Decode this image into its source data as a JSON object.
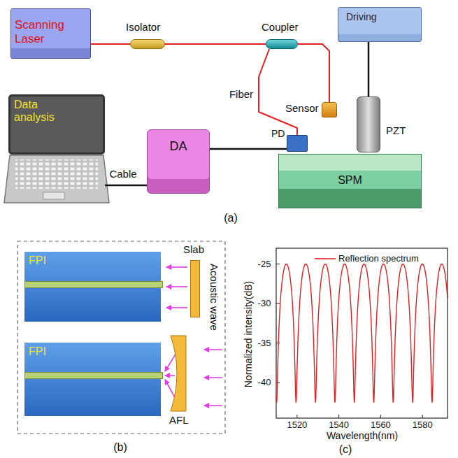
{
  "diagram": {
    "nodes": [
      {
        "text": [
          "Scanning Laser"
        ]
      },
      {
        "text": [
          "Isolator"
        ]
      },
      {
        "text": [
          "Coupler"
        ]
      },
      {
        "text": [
          "Driving"
        ]
      },
      {
        "text": [
          "Sensor"
        ]
      },
      {
        "text": [
          "PZT"
        ]
      },
      {
        "text": [
          "SPM"
        ]
      },
      {
        "text": [
          "PD"
        ]
      },
      {
        "text": [
          "DA"
        ]
      },
      {
        "text": [
          "Data analysis"
        ]
      },
      {
        "text": [
          "FPI"
        ]
      },
      {
        "text": [
          "Slab"
        ]
      },
      {
        "text": [
          "FPI"
        ]
      },
      {
        "text": [
          "AFL"
        ]
      }
    ],
    "edges": [
      {
        "from": 0,
        "to": 1,
        "arrow": "none"
      },
      {
        "from": 1,
        "to": 2,
        "arrow": "none"
      },
      {
        "from": 2,
        "to": 4,
        "arrow": "none"
      },
      {
        "from": 2,
        "to": 7,
        "arrow": "none"
      },
      {
        "from": 7,
        "to": 8,
        "arrow": "none"
      },
      {
        "from": 8,
        "to": 9,
        "arrow": "none"
      },
      {
        "from": 3,
        "to": 5,
        "arrow": "none"
      }
    ],
    "labels": [
      "Fiber",
      "Cable",
      "(a)",
      "Acoustic wave",
      "(b)",
      "-25",
      "-30",
      "-35",
      "-40",
      "1520",
      "1540",
      "1560",
      "1580",
      "Normalized intensity(dB)",
      "Wavelength(nm)",
      "(c)"
    ],
    "legend": [
      {
        "text": "Reflection spectrum"
      }
    ]
  }
}
